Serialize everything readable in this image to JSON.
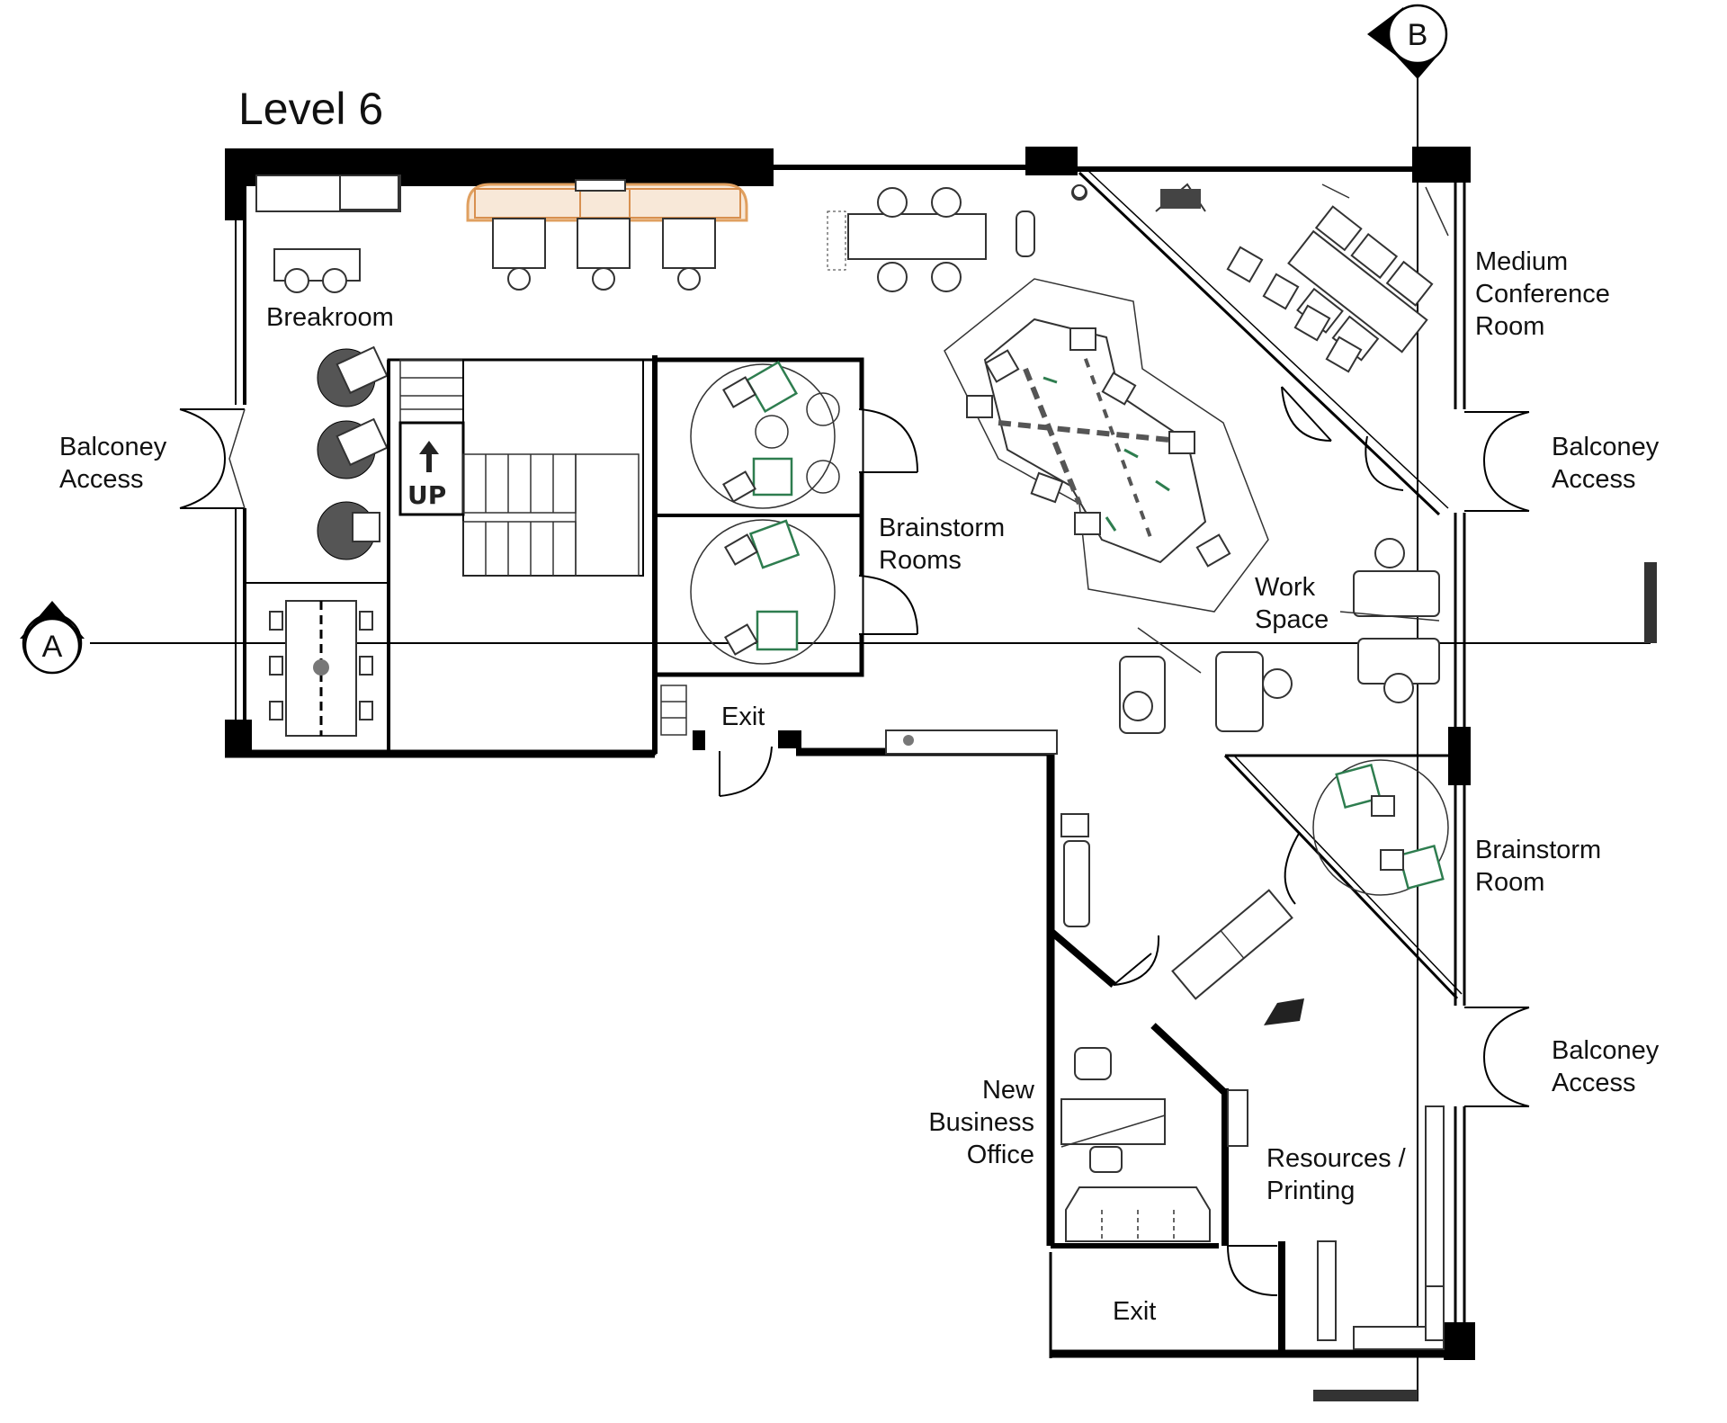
{
  "title": "Level 6",
  "grid_markers": {
    "a": "A",
    "b": "B"
  },
  "stair_label": "UP",
  "rooms": {
    "breakroom": "Breakroom",
    "balcony_west": [
      "Balconey",
      "Access"
    ],
    "brainstorm_rooms": [
      "Brainstorm",
      "Rooms"
    ],
    "medium_conference": [
      "Medium",
      "Conference",
      "Room"
    ],
    "balcony_east_top": [
      "Balconey",
      "Access"
    ],
    "work_space": [
      "Work",
      "Space"
    ],
    "exit_center": "Exit",
    "brainstorm_room": [
      "Brainstorm",
      "Room"
    ],
    "balcony_east_bottom": [
      "Balconey",
      "Access"
    ],
    "new_business_office": [
      "New",
      "Business",
      "Office"
    ],
    "resources_printing": [
      "Resources /",
      "Printing"
    ],
    "exit_bottom": "Exit"
  },
  "colors": {
    "wall": "#000000",
    "chair_accent": "#2e7d4f",
    "bench_accent": "#e0a060",
    "text": "#111111"
  }
}
